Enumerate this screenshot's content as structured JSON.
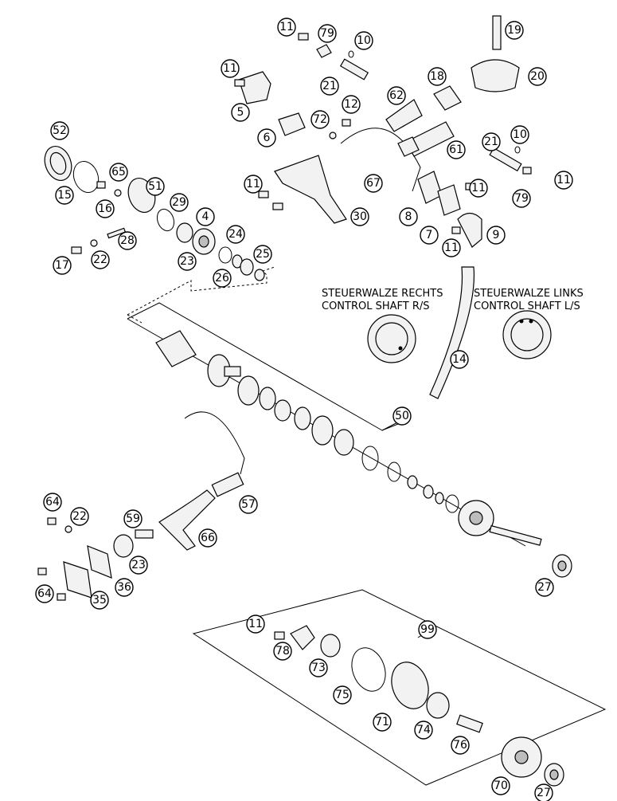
{
  "captions": {
    "right_title_de": "STEUERWALZE RECHTS",
    "right_title_en": "CONTROL SHAFT R/S",
    "left_title_de": "STEUERWALZE LINKS",
    "left_title_en": "CONTROL SHAFT L/S"
  },
  "callouts": [
    "11",
    "79",
    "10",
    "19",
    "20",
    "11",
    "21",
    "18",
    "62",
    "5",
    "12",
    "72",
    "6",
    "10",
    "21",
    "61",
    "52",
    "65",
    "51",
    "15",
    "16",
    "29",
    "11",
    "11",
    "67",
    "79",
    "11",
    "4",
    "30",
    "8",
    "24",
    "7",
    "9",
    "28",
    "17",
    "22",
    "23",
    "25",
    "11",
    "26",
    "14",
    "50",
    "57",
    "64",
    "22",
    "59",
    "66",
    "23",
    "36",
    "64",
    "35",
    "27",
    "11",
    "99",
    "78",
    "73",
    "75",
    "71",
    "74",
    "76",
    "70",
    "27"
  ]
}
